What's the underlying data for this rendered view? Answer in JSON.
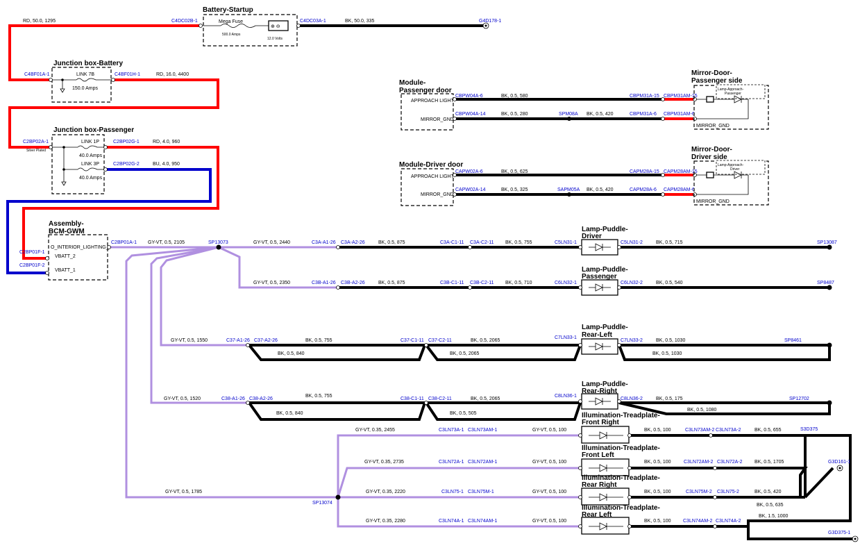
{
  "components": {
    "battery": {
      "title": "Battery-Startup",
      "fuse_name": "Mega Fuse",
      "fuse_rating": "500.0 Amps",
      "battery_volts": "12.0 Volts"
    },
    "jb_battery": {
      "title": "Junction box-Battery",
      "link": "LINK 7B",
      "rating": "150.0 Amps"
    },
    "jb_passenger": {
      "title": "Junction box-Passenger",
      "link1": "LINK 1P",
      "rating1": "40.0 Amps",
      "link2": "LINK 3P",
      "rating2": "40.0 Amps",
      "plated": "Silver Plated"
    },
    "bcm": {
      "title1": "Assembly-",
      "title2": "BCM-GWM",
      "pin1": "O_INTERIOR_LIGHTING_",
      "pin2": "VBATT_2",
      "pin3": "VBATT_1"
    },
    "mod_pass": {
      "title1": "Module-",
      "title2": "Passenger door",
      "pin1": "APPROACH LIGHT",
      "pin2": "MIRROR_GND"
    },
    "mirror_pass": {
      "title1": "Mirror-Door-",
      "title2": "Passenger side",
      "lamp1": "Lamp-Approach-",
      "lamp2": "Passenger",
      "gnd": "MIRROR_GND"
    },
    "mod_drv": {
      "title1": "Module-Driver door",
      "pin1": "APPROACH LIGHT",
      "pin2": "MIRROR_GND"
    },
    "mirror_drv": {
      "title1": "Mirror-Door-",
      "title2": "Driver side",
      "lamp1": "Lamp-Approach-",
      "lamp2": "Driver",
      "gnd": "MIRROR_GND"
    },
    "puddle_drv": {
      "title1": "Lamp-Puddle-",
      "title2": "Driver"
    },
    "puddle_pass": {
      "title1": "Lamp-Puddle-",
      "title2": "Passenger"
    },
    "puddle_rl": {
      "title1": "Lamp-Puddle-",
      "title2": "Rear-Left"
    },
    "puddle_rr": {
      "title1": "Lamp-Puddle-",
      "title2": "Rear-Right"
    },
    "tread_fr": {
      "title1": "Illumination-Treadplate-",
      "title2": "Front Right"
    },
    "tread_fl": {
      "title1": "Illumination-Treadplate-",
      "title2": "Front Left"
    },
    "tread_rr": {
      "title1": "Illumination-Treadplate-",
      "title2": "Rear Right"
    },
    "tread_rl": {
      "title1": "Illumination-Treadplate-",
      "title2": "Rear Left"
    }
  },
  "connectors": {
    "c4dc02b": "C4DC02B-1",
    "c4dc03a": "C4DC03A-1",
    "g4d178": "G4D178-1",
    "c4bf01a": "C4BF01A-1",
    "c4bf01h": "C4BF01H-1",
    "c2bp02a": "C2BP02A-1",
    "c2bp02g1": "C2BP02G-1",
    "c2bp02g2": "C2BP02G-2",
    "c2bp01f1": "C2BP01F-1",
    "c2bp01f2": "C2BP01F-2",
    "c2bp01a": "C2BP01A-1",
    "sp13073": "SP13073",
    "sp13074": "SP13074",
    "cbpw04a6": "CBPW04A-6",
    "cbpw04a14": "CBPW04A-14",
    "spm08a": "SPM08A",
    "cbpm31a15": "CBPM31A-15",
    "cbpm31am15": "CBPM31AM-15",
    "cbpm31a6": "CBPM31A-6",
    "cbpm31am6": "CBPM31AM-6",
    "capw02a6": "CAPW02A-6",
    "capw02a14": "CAPW02A-14",
    "sapm05a": "SAPM05A",
    "capm28a15": "CAPM28A-15",
    "capm28am15": "CAPM28AM-15",
    "capm28a6": "CAPM28A-6",
    "capm28am6": "CAPM28AM-6",
    "c3aa126": "C3A-A1-26",
    "c3aa226": "C3A-A2-26",
    "c3ac111": "C3A-C1-11",
    "c3ac211": "C3A-C2-11",
    "c5ln311": "C5LN31-1",
    "c5ln312": "C5LN31-2",
    "sp13087": "SP13087",
    "c3ba126": "C3B-A1-26",
    "c3ba226": "C3B-A2-26",
    "c3bc111": "C3B-C1-11",
    "c3bc211": "C3B-C2-11",
    "c6ln321": "C6LN32-1",
    "c6ln322": "C6LN32-2",
    "sp8487": "SP8487",
    "c37a126": "C37-A1-26",
    "c37a226": "C37-A2-26",
    "c37c111": "C37-C1-11",
    "c37c211": "C37-C2-11",
    "c7ln331": "C7LN33-1",
    "c7ln332": "C7LN33-2",
    "sp8461": "SP8461",
    "c38a126": "C38-A1-26",
    "c38a226": "C38-A2-26",
    "c38c111": "C38-C1-11",
    "c38c211": "C38-C2-11",
    "c8ln361": "C8LN36-1",
    "c8ln362": "C8LN36-2",
    "sp12702": "SP12702",
    "c3ln73a1": "C3LN73A-1",
    "c3ln73am1": "C3LN73AM-1",
    "c3ln73am2": "C3LN73AM-2",
    "c3ln73a2": "C3LN73A-2",
    "s3d375": "S3D375",
    "c3ln72a1": "C3LN72A-1",
    "c3ln72am1": "C3LN72AM-1",
    "c3ln72am2": "C3LN72AM-2",
    "c3ln72a2": "C3LN72A-2",
    "g3d161": "G3D161-1",
    "c3ln751": "C3LN75-1",
    "c3ln75m1": "C3LN75M-1",
    "c3ln75m2": "C3LN75M-2",
    "c3ln752": "C3LN75-2",
    "c3ln74a1": "C3LN74A-1",
    "c3ln74am1": "C3LN74AM-1",
    "c3ln74am2": "C3LN74AM-2",
    "c3ln74a2": "C3LN74A-2",
    "g3d375": "G3D375-1"
  },
  "wires": {
    "w_rd_50": "RD,  50.0,  1295",
    "w_bk_50": "BK,  50.0,  335",
    "w_rd_16": "RD,  16.0,  4400",
    "w_rd_4": "RD,  4.0,  960",
    "w_bu_4": "BU,  4.0,  950",
    "w_p_580": "BK,  0.5,  580",
    "w_p_280": "BK,  0.5,  280",
    "w_p_420": "BK,  0.5,  420",
    "w_d_625": "BK,  0.5,  625",
    "w_d_325": "BK,  0.5,  325",
    "w_d_420": "BK,  0.5,  420",
    "w_gv_2105": "GY-VT,  0.5,  2105",
    "w_gv_2440": "GY-VT,  0.5,  2440",
    "w_r1_875": "BK,  0.5,  875",
    "w_r1_755": "BK,  0.5,  755",
    "w_r1_715": "BK,  0.5,  715",
    "w_gv_2350": "GY-VT,  0.5,  2350",
    "w_r2_875": "BK,  0.5,  875",
    "w_r2_710": "BK,  0.5,  710",
    "w_r2_540": "BK,  0.5,  540",
    "w_gv_1550": "GY-VT,  0.5,  1550",
    "w_r3_755": "BK,  0.5,  755",
    "w_r3_840": "BK,  0.5,  840",
    "w_r3_2065a": "BK,  0.5,  2065",
    "w_r3_2065b": "BK,  0.5,  2065",
    "w_r3_1030a": "BK,  0.5,  1030",
    "w_r3_1030b": "BK,  0.5,  1030",
    "w_gv_1520": "GY-VT,  0.5,  1520",
    "w_r4_755": "BK,  0.5,  755",
    "w_r4_840": "BK,  0.5,  840",
    "w_r4_2065": "BK,  0.5,  2065",
    "w_r4_505": "BK,  0.5,  505",
    "w_r4_175": "BK,  0.5,  175",
    "w_r4_1080": "BK,  0.5,  1080",
    "w_gv_1785": "GY-VT,  0.5,  1785",
    "w_t1_2455": "GY-VT,  0.35,  2455",
    "w_t1_100": "GY-VT,  0.5,  100",
    "w_t1_bk100": "BK,  0.5,  100",
    "w_t1_655": "BK,  0.5,  655",
    "w_t2_2735": "GY-VT,  0.35,  2735",
    "w_t2_100": "GY-VT,  0.5,  100",
    "w_t2_bk100": "BK,  0.5,  100",
    "w_t2_1705": "BK,  0.5,  1705",
    "w_t3_2220": "GY-VT,  0.35,  2220",
    "w_t3_100": "GY-VT,  0.5,  100",
    "w_t3_bk100": "BK,  0.5,  100",
    "w_t3_420": "BK,  0.5,  420",
    "w_t3_635": "BK,  0.5,  635",
    "w_t4_2280": "GY-VT,  0.35,  2280",
    "w_t4_100": "GY-VT,  0.5,  100",
    "w_t4_bk100": "BK,  0.5,  100",
    "w_t4_1000": "BK,  1.5,  1000"
  },
  "colors": {
    "red": "#ff0000",
    "blue": "#0000cc",
    "black": "#000000",
    "gy_vt": "#b090e0",
    "connector_text": "#0000cc"
  }
}
